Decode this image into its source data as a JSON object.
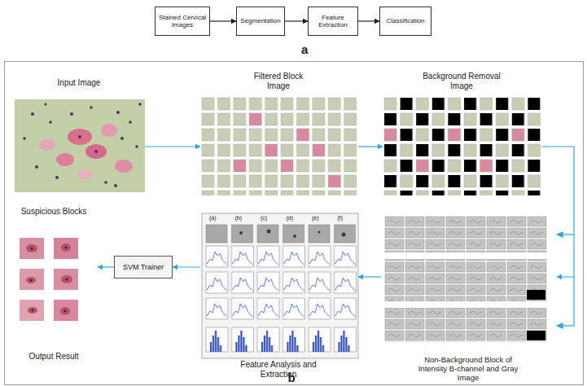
{
  "diagram": {
    "nodes": [
      {
        "text": [
          "Stained Cervical Images"
        ]
      },
      {
        "text": [
          "Segmentation"
        ]
      },
      {
        "text": [
          "Feature Extraction"
        ]
      },
      {
        "text": [
          "Classification"
        ]
      },
      {
        "text": [
          "b"
        ]
      },
      {
        "text": [
          "Input Image"
        ],
        "in": 4
      },
      {
        "text": [
          "Filtered Block Image"
        ],
        "in": 4
      },
      {
        "text": [
          "Background Removal Image"
        ],
        "in": 4
      },
      {
        "text": [
          "Suspicious Blocks",
          "Output Result"
        ],
        "in": 4
      },
      {
        "text": [
          "SVM Trainer"
        ],
        "in": 4
      },
      {
        "text": [
          "Feature Analysis and Extraction"
        ],
        "in": 4
      },
      {
        "text": [
          "Non-Background Block of Intensity B-channel and Gray Image"
        ],
        "in": 4
      }
    ],
    "edges": [
      {
        "from": 0,
        "to": 1,
        "arrow": "to"
      },
      {
        "from": 1,
        "to": 2,
        "arrow": "to"
      },
      {
        "from": 2,
        "to": 3,
        "arrow": "to"
      },
      {
        "from": 5,
        "to": 6,
        "arrow": "to"
      },
      {
        "from": 6,
        "to": 7,
        "arrow": "to"
      },
      {
        "from": 7,
        "to": 11,
        "arrow": "to"
      },
      {
        "from": 11,
        "to": 10,
        "arrow": "to"
      },
      {
        "from": 10,
        "to": 9,
        "arrow": "to"
      },
      {
        "from": 9,
        "to": 8,
        "arrow": "to"
      }
    ],
    "labels": [
      "a",
      "(a)",
      "(b)",
      "(c)",
      "(d)",
      "(e)",
      "(f)"
    ]
  }
}
